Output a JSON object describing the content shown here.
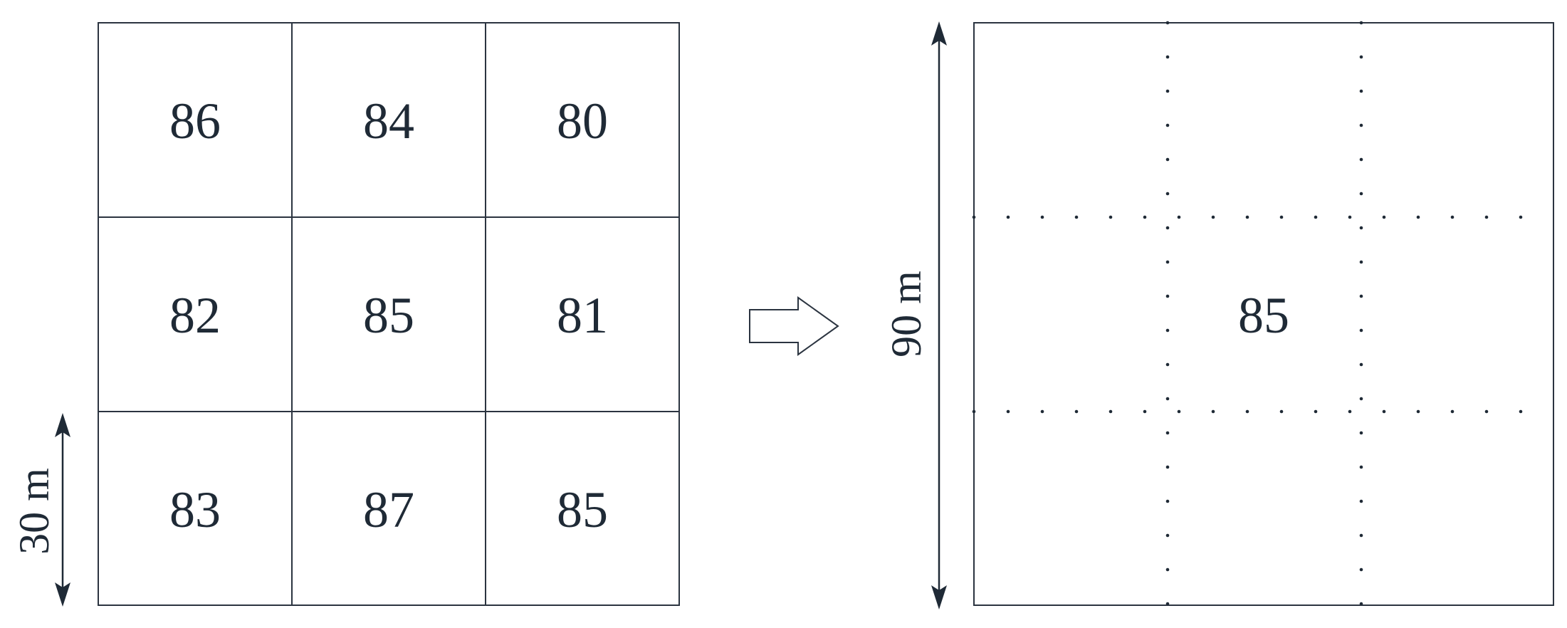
{
  "colors": {
    "ink": "#1f2a36",
    "line": "#2b3440",
    "background": "#ffffff"
  },
  "input_grid": {
    "rows": [
      [
        "86",
        "84",
        "80"
      ],
      [
        "82",
        "85",
        "81"
      ],
      [
        "83",
        "87",
        "85"
      ]
    ],
    "cell_size_label": "30 m"
  },
  "transform_arrow": {
    "icon": "right-arrow-icon"
  },
  "output_grid": {
    "value": "85",
    "size_label": "90 m"
  }
}
